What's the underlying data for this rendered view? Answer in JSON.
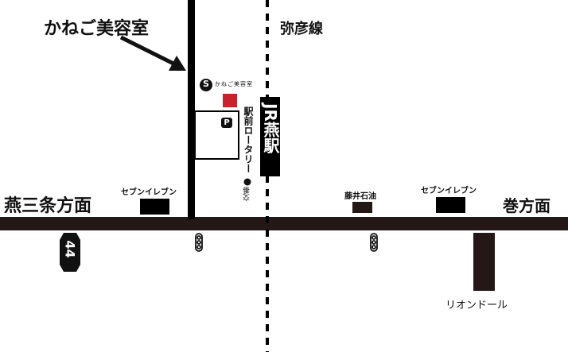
{
  "title": "かねご美容室",
  "rail_line": "弥彦線",
  "station": "JR燕駅",
  "rotary": "駅前ロータリー",
  "police_box": "交番",
  "parking": "P",
  "salon_label": "かねご美容室",
  "salon_logo": "S",
  "direction_left": "燕三条方面",
  "direction_right": "巻方面",
  "convenience_store_1": "セブンイレブン",
  "convenience_store_2": "セブンイレブン",
  "gas_station": "藤井石油",
  "route_number": "44",
  "rion_doll": "リオンドール",
  "colors": {
    "road": "#231815",
    "salon_marker": "#c8232c",
    "ink": "#000000"
  }
}
